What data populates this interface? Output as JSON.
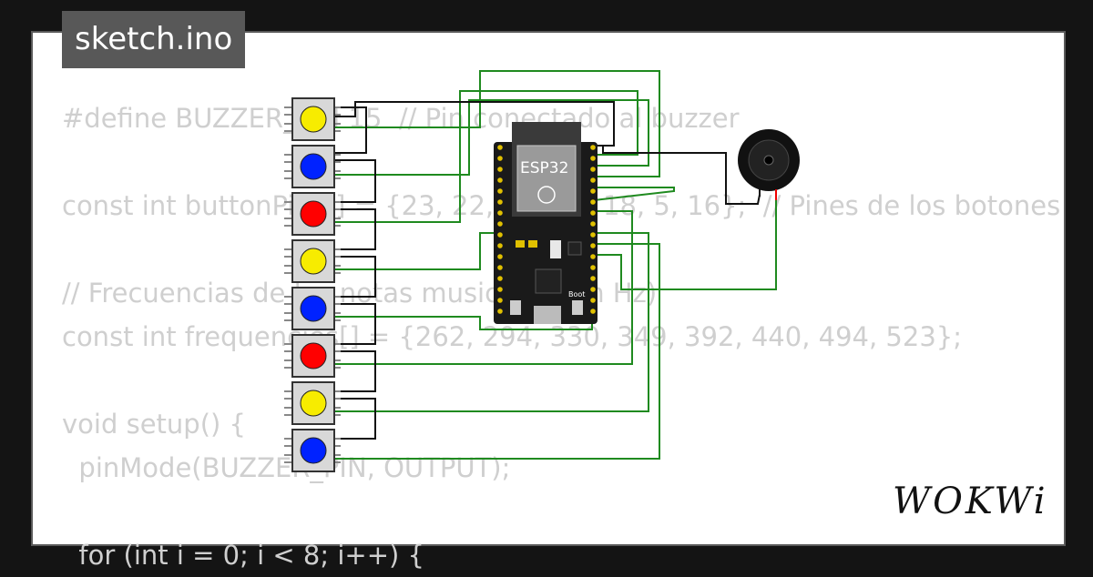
{
  "header": {
    "filename": "sketch.ino"
  },
  "code_lines": [
    "#define BUZZER_PIN 15  // Pin conectado al buzzer",
    "",
    "const int buttonPins[] = {23, 22, 21, 19, 18, 5, 16};  // Pines de los botones",
    "",
    "// Frecuencias de las notas musicales (en Hz)",
    "const int frequencies[] = {262, 294, 330, 349, 392, 440, 494, 523};",
    "",
    "void setup() {",
    "  pinMode(BUZZER_PIN, OUTPUT);",
    "",
    "  for (int i = 0; i < 8; i++) {"
  ],
  "board": {
    "label": "ESP32",
    "boot_label": "Boot"
  },
  "buttons": [
    {
      "color": "#f7ec00",
      "name": "yellow"
    },
    {
      "color": "#0022ff",
      "name": "blue"
    },
    {
      "color": "#ff0000",
      "name": "red"
    },
    {
      "color": "#f7ec00",
      "name": "yellow"
    },
    {
      "color": "#0022ff",
      "name": "blue"
    },
    {
      "color": "#ff0000",
      "name": "red"
    },
    {
      "color": "#f7ec00",
      "name": "yellow"
    },
    {
      "color": "#0022ff",
      "name": "blue"
    }
  ],
  "colors": {
    "wire_green": "#1f8a1f",
    "wire_black": "#111111",
    "background": "#141414"
  },
  "brand": {
    "logo": "WOKWi"
  }
}
